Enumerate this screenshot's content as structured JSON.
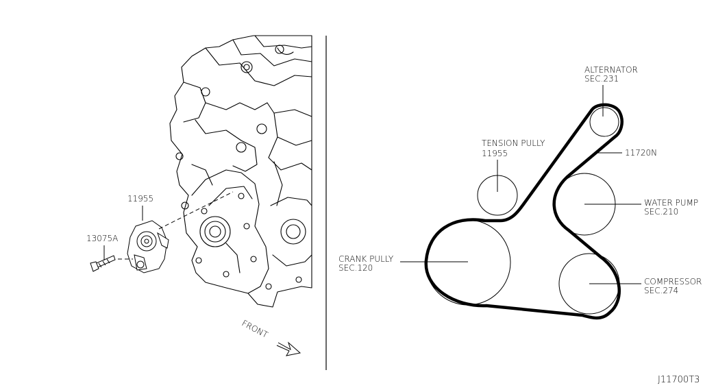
{
  "left_panel": {
    "tensioner_part_no": "11955",
    "bolt_part_no": "13075A",
    "front_label": "FRONT"
  },
  "belt_diagram": {
    "alternator": {
      "name": "ALTERNATOR",
      "section": "SEC.231"
    },
    "tension_pulley": {
      "name": "TENSION PULLY",
      "part_no": "11955"
    },
    "belt": {
      "part_no": "11720N"
    },
    "water_pump": {
      "name": "WATER PUMP",
      "section": "SEC.210"
    },
    "crank_pulley": {
      "name": "CRANK PULLY",
      "section": "SEC.120"
    },
    "compressor": {
      "name": "COMPRESSOR",
      "section": "SEC.274"
    }
  },
  "diagram_code": "J11700T3"
}
